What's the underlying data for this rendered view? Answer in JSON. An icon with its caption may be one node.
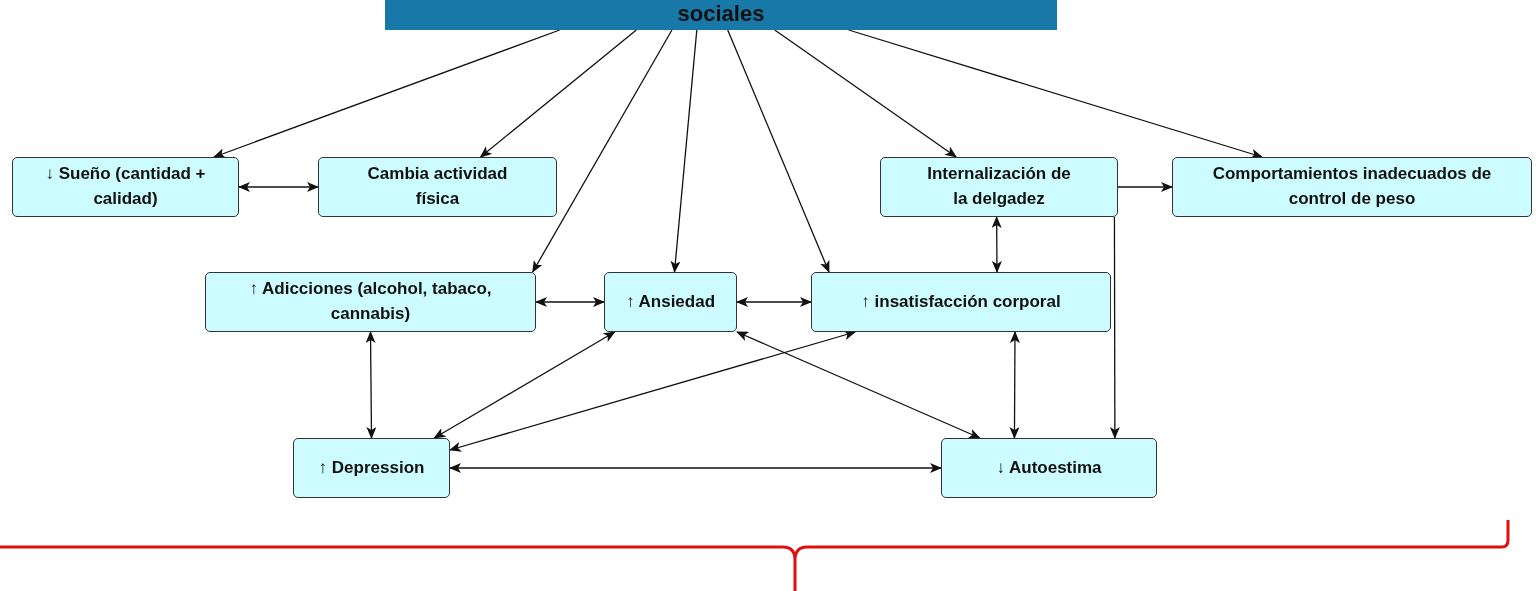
{
  "diagram": {
    "nodes": [
      {
        "text": [
          "sociales"
        ]
      },
      {
        "text": [
          "↓ Sueño (cantidad + calidad)"
        ]
      },
      {
        "text": [
          "Cambia actividad física"
        ]
      },
      {
        "text": [
          "Internalización de la delgadez"
        ]
      },
      {
        "text": [
          "Comportamientos inadecuados de control de peso"
        ]
      },
      {
        "text": [
          "↑ Adicciones (alcohol, tabaco, cannabis)"
        ]
      },
      {
        "text": [
          "↑ Ansiedad"
        ]
      },
      {
        "text": [
          "↑ insatisfacción corporal"
        ]
      },
      {
        "text": [
          "↑ Depression"
        ]
      },
      {
        "text": [
          "↓ Autoestima"
        ]
      }
    ],
    "edges": [
      {
        "from": 0,
        "to": 1,
        "arrow": "to"
      },
      {
        "from": 0,
        "to": 2,
        "arrow": "to"
      },
      {
        "from": 0,
        "to": 5,
        "arrow": "to"
      },
      {
        "from": 0,
        "to": 6,
        "arrow": "to"
      },
      {
        "from": 0,
        "to": 7,
        "arrow": "to"
      },
      {
        "from": 0,
        "to": 3,
        "arrow": "to"
      },
      {
        "from": 0,
        "to": 4,
        "arrow": "to"
      },
      {
        "from": 1,
        "to": 2,
        "arrow": "both"
      },
      {
        "from": 3,
        "to": 4,
        "arrow": "to"
      },
      {
        "from": 3,
        "to": 7,
        "arrow": "both"
      },
      {
        "from": 3,
        "to": 9,
        "arrow": "to"
      },
      {
        "from": 5,
        "to": 6,
        "arrow": "both"
      },
      {
        "from": 6,
        "to": 7,
        "arrow": "both"
      },
      {
        "from": 5,
        "to": 8,
        "arrow": "both"
      },
      {
        "from": 6,
        "to": 8,
        "arrow": "both"
      },
      {
        "from": 7,
        "to": 8,
        "arrow": "both"
      },
      {
        "from": 6,
        "to": 9,
        "arrow": "both"
      },
      {
        "from": 7,
        "to": 9,
        "arrow": "both"
      },
      {
        "from": 8,
        "to": 9,
        "arrow": "both"
      }
    ]
  }
}
